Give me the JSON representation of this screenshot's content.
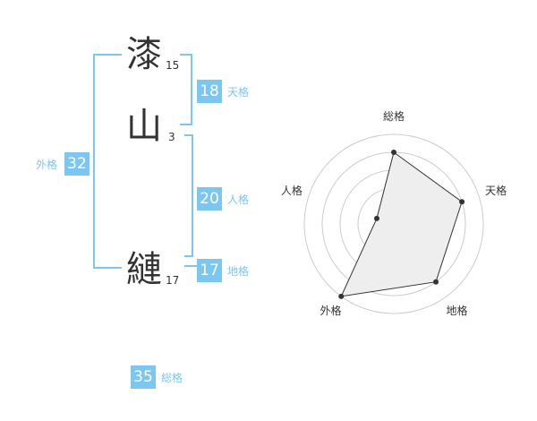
{
  "name": {
    "chars": [
      {
        "char": "漆",
        "strokes": "15"
      },
      {
        "char": "山",
        "strokes": "3"
      },
      {
        "char": "縺",
        "strokes": "17"
      }
    ]
  },
  "fortunes": {
    "tenkaku": {
      "value": "18",
      "label": "天格"
    },
    "jinkaku": {
      "value": "20",
      "label": "人格"
    },
    "chikaku": {
      "value": "17",
      "label": "地格"
    },
    "gaikaku": {
      "value": "32",
      "label": "外格"
    },
    "soukaku": {
      "value": "35",
      "label": "総格"
    }
  },
  "colors": {
    "accent": "#7cc6f2",
    "text": "#333333",
    "grid": "#cccccc",
    "fill": "#eeeeee"
  },
  "chart_data": {
    "type": "radar",
    "axes": [
      "総格",
      "天格",
      "地格",
      "外格",
      "人格"
    ],
    "max": 5,
    "rings": 5,
    "values": [
      4,
      4,
      4,
      5,
      1
    ]
  }
}
